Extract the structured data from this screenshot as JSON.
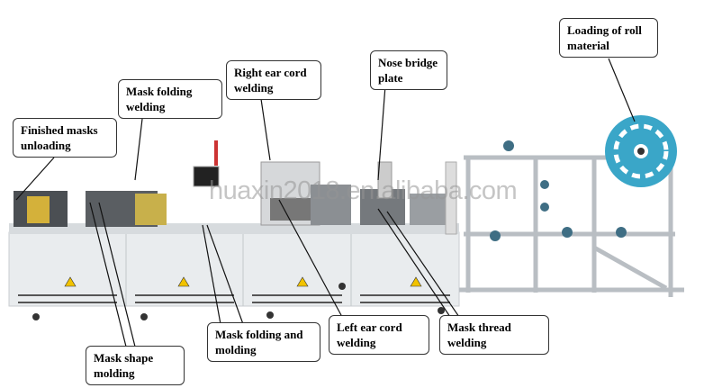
{
  "labels": {
    "finished_masks_unloading": "Finished masks unloading",
    "mask_folding_welding": "Mask folding welding",
    "right_ear_cord_welding": "Right ear cord welding",
    "nose_bridge_plate": "Nose bridge plate",
    "loading_of_roll_material": "Loading of roll material",
    "mask_shape_molding": "Mask shape molding",
    "mask_folding_and_molding": "Mask folding and molding",
    "left_ear_cord_welding": "Left ear cord welding",
    "mask_thread_welding": "Mask thread welding"
  },
  "watermark": "huaxin2018.en.alibaba.com",
  "colors": {
    "machine_body": "#e9ecee",
    "roll": "#3aa6c8",
    "frame": "#b9bec3",
    "warning": "#f2c300"
  }
}
